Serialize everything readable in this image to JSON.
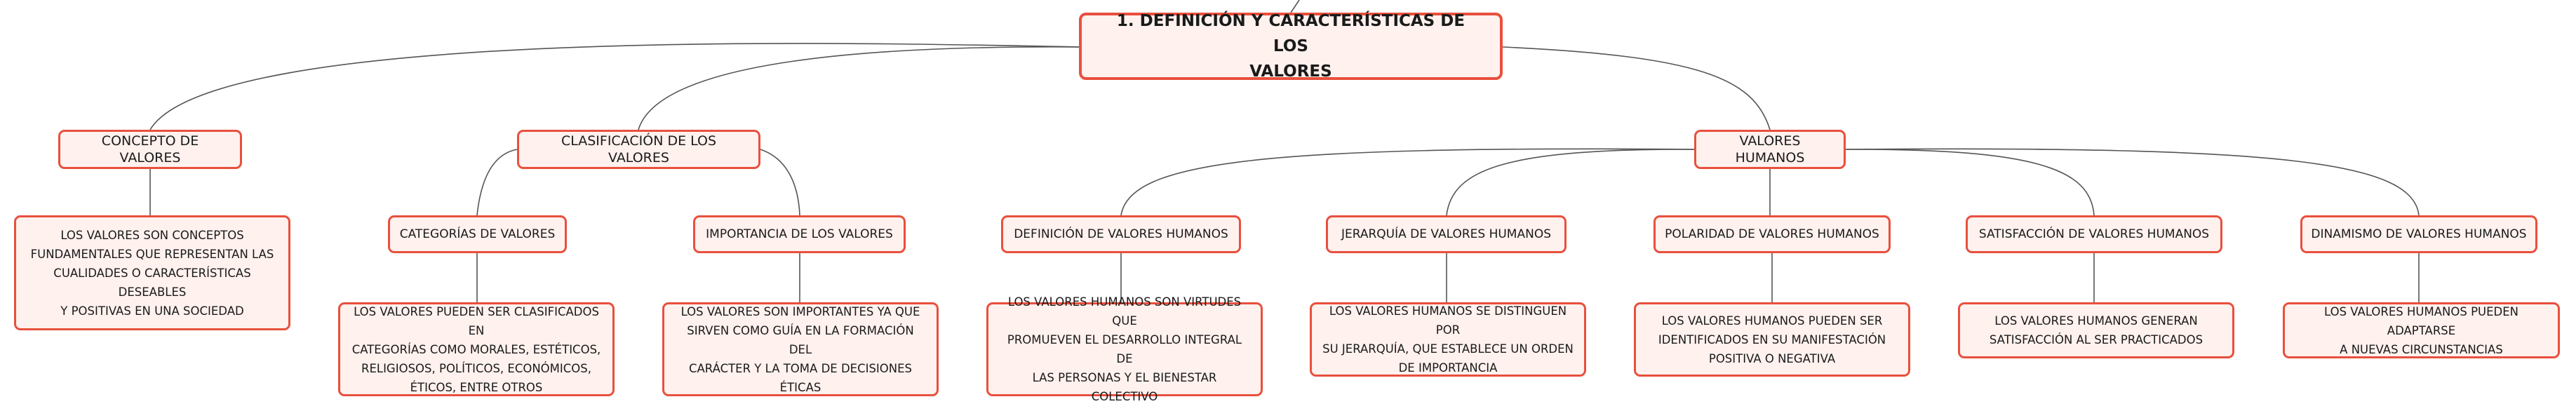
{
  "root": {
    "line1": "1. DEFINICIÓN Y CARACTERÍSTICAS DE LOS",
    "line2": "VALORES"
  },
  "branches": {
    "concepto": {
      "label": "CONCEPTO DE VALORES",
      "text": [
        "LOS VALORES SON CONCEPTOS",
        "FUNDAMENTALES QUE REPRESENTAN LAS",
        "CUALIDADES O CARACTERÍSTICAS DESEABLES",
        "Y POSITIVAS EN UNA SOCIEDAD"
      ]
    },
    "clasificacion": {
      "label": "CLASIFICACIÓN DE LOS VALORES",
      "categorias": {
        "label": "CATEGORÍAS DE VALORES",
        "text": [
          "LOS VALORES PUEDEN SER CLASIFICADOS EN",
          "CATEGORÍAS COMO MORALES, ESTÉTICOS,",
          "RELIGIOSOS, POLÍTICOS, ECONÓMICOS,",
          "ÉTICOS, ENTRE OTROS"
        ]
      },
      "importancia": {
        "label": "IMPORTANCIA DE LOS VALORES",
        "text": [
          "LOS VALORES SON IMPORTANTES YA QUE",
          "SIRVEN COMO GUÍA EN LA FORMACIÓN DEL",
          "CARÁCTER Y LA TOMA DE DECISIONES ÉTICAS"
        ]
      }
    },
    "humanos": {
      "label": "VALORES HUMANOS",
      "definicion": {
        "label": "DEFINICIÓN DE VALORES HUMANOS",
        "text": [
          "LOS VALORES HUMANOS SON VIRTUDES QUE",
          "PROMUEVEN EL DESARROLLO INTEGRAL DE",
          "LAS PERSONAS Y EL BIENESTAR COLECTIVO"
        ]
      },
      "jerarquia": {
        "label": "JERARQUÍA DE VALORES HUMANOS",
        "text": [
          "LOS VALORES HUMANOS SE DISTINGUEN POR",
          "SU JERARQUÍA, QUE ESTABLECE UN ORDEN",
          "DE IMPORTANCIA"
        ]
      },
      "polaridad": {
        "label": "POLARIDAD DE VALORES HUMANOS",
        "text": [
          "LOS VALORES HUMANOS PUEDEN SER",
          "IDENTIFICADOS EN SU MANIFESTACIÓN",
          "POSITIVA O NEGATIVA"
        ]
      },
      "satisfaccion": {
        "label": "SATISFACCIÓN DE VALORES HUMANOS",
        "text": [
          "LOS VALORES HUMANOS GENERAN",
          "SATISFACCIÓN AL SER PRACTICADOS"
        ]
      },
      "dinamismo": {
        "label": "DINAMISMO DE VALORES HUMANOS",
        "text": [
          "LOS VALORES HUMANOS PUEDEN ADAPTARSE",
          "A NUEVAS CIRCUNSTANCIAS"
        ]
      }
    }
  },
  "colors": {
    "node_border": "#e8503d",
    "node_fill": "#fff1ee",
    "connector": "#555555",
    "text": "#1a1a1a"
  }
}
